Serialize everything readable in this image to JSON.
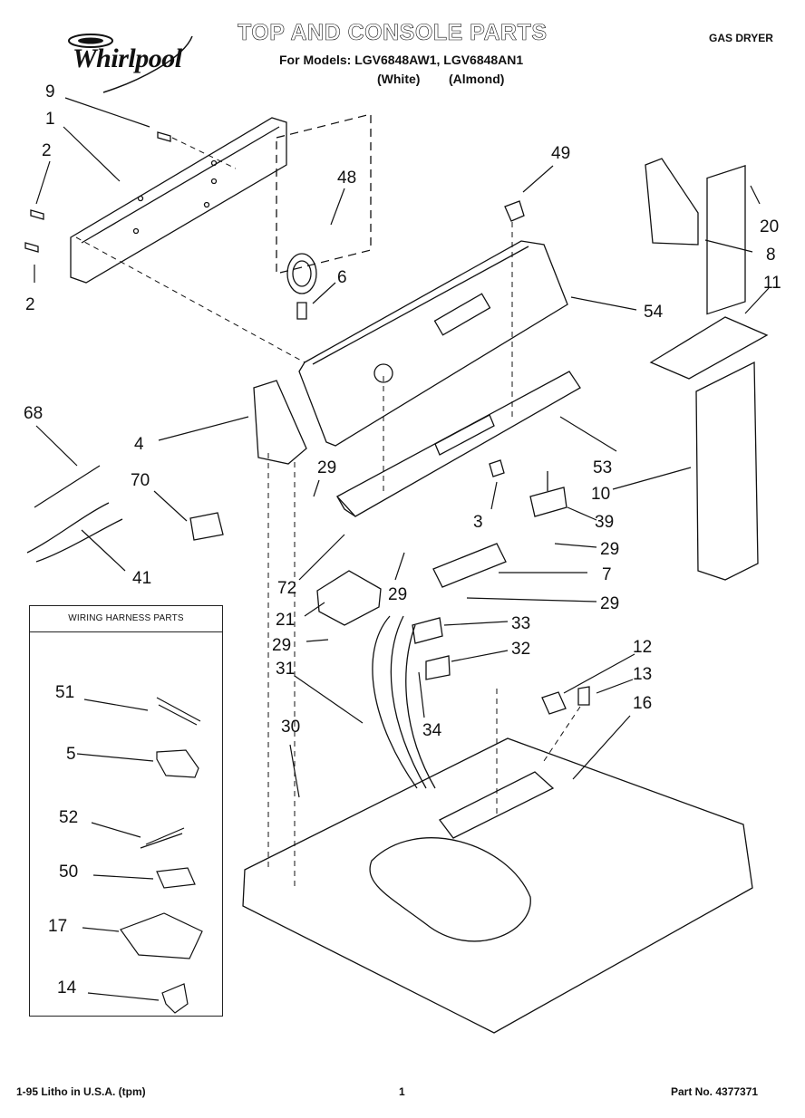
{
  "header": {
    "brand": "Whirlpool",
    "title": "TOP AND CONSOLE PARTS",
    "models_line": "For Models: LGV6848AW1, LGV6848AN1",
    "variant_white": "(White)",
    "variant_almond": "(Almond)",
    "product_type": "GAS DRYER"
  },
  "harness_box": {
    "title": "WIRING HARNESS PARTS",
    "callouts": [
      "51",
      "5",
      "52",
      "50",
      "17",
      "14"
    ]
  },
  "callouts": [
    "9",
    "1",
    "2",
    "2",
    "48",
    "6",
    "49",
    "20",
    "8",
    "54",
    "11",
    "68",
    "4",
    "70",
    "29",
    "53",
    "10",
    "3",
    "39",
    "29",
    "41",
    "72",
    "29",
    "7",
    "29",
    "21",
    "33",
    "29",
    "32",
    "31",
    "12",
    "13",
    "34",
    "16",
    "30"
  ],
  "footer": {
    "litho": "1-95 Litho in U.S.A. (tpm)",
    "page": "1",
    "part_no": "Part No. 4377371"
  }
}
